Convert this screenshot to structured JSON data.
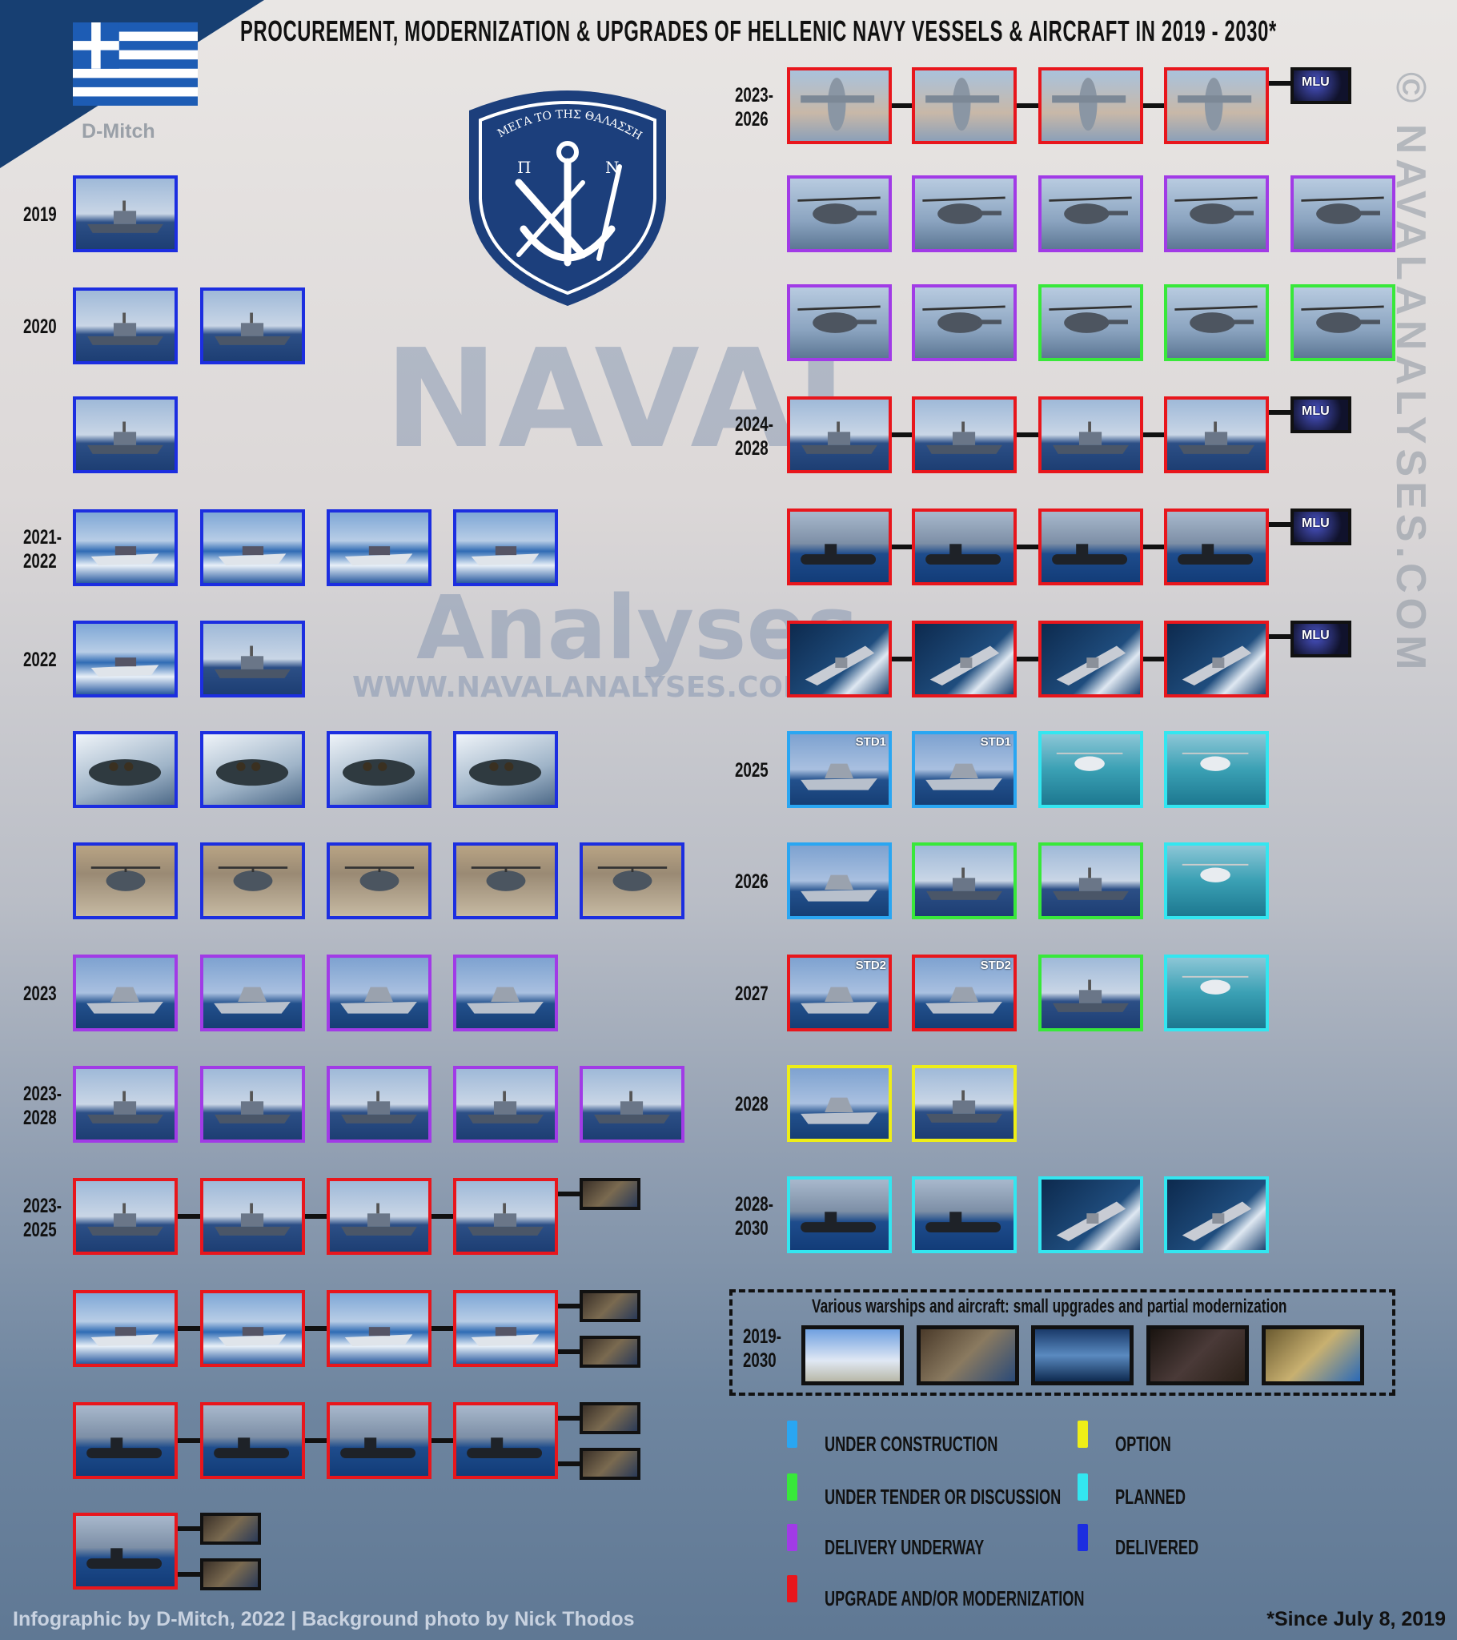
{
  "header": {
    "title": "PROCUREMENT, MODERNIZATION & UPGRADES OF HELLENIC NAVY VESSELS & AIRCRAFT IN 2019 - 2030*",
    "author_mark": "D-Mitch"
  },
  "emblem": {
    "motto": "ΜΕΓΑ ΤΟ ΤΗΣ ΘΑΛΑΣΣΗΣ ΚΡΑΤΟΣ",
    "left_letter": "Π",
    "right_letter": "Ν"
  },
  "watermark": {
    "line1": "NAVAL",
    "line2": "Analyses",
    "url": "WWW.NAVALANALYSES.COM",
    "side": "© NAVALANALYSES.COM"
  },
  "status_colors": {
    "under_construction": "#2aa6f2",
    "under_tender": "#38e83a",
    "delivery_underway": "#a13be6",
    "upgrade": "#e8161c",
    "option": "#eeee18",
    "planned": "#33e6f0",
    "delivered": "#1c2ee0"
  },
  "left_rows": [
    {
      "label": "2019",
      "tiles": [
        {
          "type": "ship",
          "status": "delivered"
        }
      ]
    },
    {
      "label": "2020",
      "tiles": [
        {
          "type": "ship",
          "status": "delivered"
        },
        {
          "type": "ship",
          "status": "delivered"
        }
      ]
    },
    {
      "label": "",
      "tiles": [
        {
          "type": "ship",
          "status": "delivered"
        }
      ]
    },
    {
      "label": "2021-\n2022",
      "tiles": [
        {
          "type": "boat",
          "status": "delivered"
        },
        {
          "type": "boat",
          "status": "delivered"
        },
        {
          "type": "boat",
          "status": "delivered"
        },
        {
          "type": "boat",
          "status": "delivered"
        }
      ]
    },
    {
      "label": "2022",
      "tiles": [
        {
          "type": "boat",
          "status": "delivered"
        },
        {
          "type": "ship",
          "status": "delivered"
        }
      ]
    },
    {
      "label": "",
      "tiles": [
        {
          "type": "rib",
          "status": "delivered"
        },
        {
          "type": "rib",
          "status": "delivered"
        },
        {
          "type": "rib",
          "status": "delivered"
        },
        {
          "type": "rib",
          "status": "delivered"
        }
      ]
    },
    {
      "label": "",
      "tiles": [
        {
          "type": "drone",
          "status": "delivered"
        },
        {
          "type": "drone",
          "status": "delivered"
        },
        {
          "type": "drone",
          "status": "delivered"
        },
        {
          "type": "drone",
          "status": "delivered"
        },
        {
          "type": "drone",
          "status": "delivered"
        }
      ]
    },
    {
      "label": "2023",
      "tiles": [
        {
          "type": "corv",
          "status": "delivery_underway"
        },
        {
          "type": "corv",
          "status": "delivery_underway"
        },
        {
          "type": "corv",
          "status": "delivery_underway"
        },
        {
          "type": "corv",
          "status": "delivery_underway"
        }
      ]
    },
    {
      "label": "2023-\n2028",
      "tiles": [
        {
          "type": "ship",
          "status": "delivery_underway"
        },
        {
          "type": "ship",
          "status": "delivery_underway"
        },
        {
          "type": "ship",
          "status": "delivery_underway"
        },
        {
          "type": "ship",
          "status": "delivery_underway"
        },
        {
          "type": "ship",
          "status": "delivery_underway"
        }
      ]
    },
    {
      "label": "2023-\n2025",
      "connected": true,
      "tiles": [
        {
          "type": "ship",
          "status": "upgrade"
        },
        {
          "type": "ship",
          "status": "upgrade"
        },
        {
          "type": "ship",
          "status": "upgrade"
        },
        {
          "type": "ship",
          "status": "upgrade"
        }
      ],
      "extras": [
        {
          "type": "eq"
        }
      ]
    },
    {
      "label": "",
      "connected": true,
      "tiles": [
        {
          "type": "boat",
          "status": "upgrade"
        },
        {
          "type": "boat",
          "status": "upgrade"
        },
        {
          "type": "boat",
          "status": "upgrade"
        },
        {
          "type": "boat",
          "status": "upgrade"
        }
      ],
      "extras": [
        {
          "type": "eq"
        },
        {
          "type": "eq"
        }
      ]
    },
    {
      "label": "",
      "connected": true,
      "tiles": [
        {
          "type": "sub",
          "status": "upgrade"
        },
        {
          "type": "sub",
          "status": "upgrade"
        },
        {
          "type": "sub",
          "status": "upgrade"
        },
        {
          "type": "sub",
          "status": "upgrade"
        }
      ],
      "extras": [
        {
          "type": "eq"
        },
        {
          "type": "eq"
        }
      ]
    },
    {
      "label": "",
      "connected": true,
      "tiles": [
        {
          "type": "sub",
          "status": "upgrade"
        }
      ],
      "extras": [
        {
          "type": "eq"
        },
        {
          "type": "eq"
        }
      ]
    }
  ],
  "right_rows": [
    {
      "label": "2023-\n2026",
      "connected": true,
      "tiles": [
        {
          "type": "plane",
          "status": "upgrade"
        },
        {
          "type": "plane",
          "status": "upgrade"
        },
        {
          "type": "plane",
          "status": "upgrade"
        },
        {
          "type": "plane",
          "status": "upgrade"
        }
      ],
      "extras": [
        {
          "type": "mlu",
          "tag": "MLU"
        }
      ]
    },
    {
      "label": "",
      "tiles": [
        {
          "type": "heli",
          "status": "delivery_underway"
        },
        {
          "type": "heli",
          "status": "delivery_underway"
        },
        {
          "type": "heli",
          "status": "delivery_underway"
        },
        {
          "type": "heli",
          "status": "delivery_underway"
        },
        {
          "type": "heli",
          "status": "delivery_underway"
        }
      ]
    },
    {
      "label": "",
      "tiles": [
        {
          "type": "heli",
          "status": "delivery_underway"
        },
        {
          "type": "heli",
          "status": "delivery_underway"
        },
        {
          "type": "heli",
          "status": "under_tender"
        },
        {
          "type": "heli",
          "status": "under_tender"
        },
        {
          "type": "heli",
          "status": "under_tender"
        }
      ]
    },
    {
      "label": "2024-\n2028",
      "connected": true,
      "tiles": [
        {
          "type": "ship",
          "status": "upgrade"
        },
        {
          "type": "ship",
          "status": "upgrade"
        },
        {
          "type": "ship",
          "status": "upgrade"
        },
        {
          "type": "ship",
          "status": "upgrade"
        }
      ],
      "extras": [
        {
          "type": "mlu",
          "tag": "MLU"
        }
      ]
    },
    {
      "label": "",
      "connected": true,
      "tiles": [
        {
          "type": "sub",
          "status": "upgrade"
        },
        {
          "type": "sub",
          "status": "upgrade"
        },
        {
          "type": "sub",
          "status": "upgrade"
        },
        {
          "type": "sub",
          "status": "upgrade"
        }
      ],
      "extras": [
        {
          "type": "mlu",
          "tag": "MLU"
        }
      ]
    },
    {
      "label": "",
      "connected": true,
      "tiles": [
        {
          "type": "frig",
          "status": "upgrade"
        },
        {
          "type": "frig",
          "status": "upgrade"
        },
        {
          "type": "frig",
          "status": "upgrade"
        },
        {
          "type": "frig",
          "status": "upgrade"
        }
      ],
      "extras": [
        {
          "type": "mlu",
          "tag": "MLU"
        }
      ]
    },
    {
      "label": "2025",
      "tiles": [
        {
          "type": "corv",
          "status": "under_construction",
          "tag": "STD1"
        },
        {
          "type": "corv",
          "status": "under_construction",
          "tag": "STD1"
        },
        {
          "type": "sea",
          "status": "planned"
        },
        {
          "type": "sea",
          "status": "planned"
        }
      ]
    },
    {
      "label": "2026",
      "tiles": [
        {
          "type": "corv",
          "status": "under_construction"
        },
        {
          "type": "ship",
          "status": "under_tender"
        },
        {
          "type": "ship",
          "status": "under_tender"
        },
        {
          "type": "sea",
          "status": "planned"
        }
      ]
    },
    {
      "label": "2027",
      "tiles": [
        {
          "type": "corv",
          "status": "upgrade",
          "tag": "STD2"
        },
        {
          "type": "corv",
          "status": "upgrade",
          "tag": "STD2"
        },
        {
          "type": "ship",
          "status": "under_tender"
        },
        {
          "type": "sea",
          "status": "planned"
        }
      ]
    },
    {
      "label": "2028",
      "tiles": [
        {
          "type": "corv",
          "status": "option"
        },
        {
          "type": "ship",
          "status": "option"
        }
      ]
    },
    {
      "label": "2028-\n2030",
      "tiles": [
        {
          "type": "sub",
          "status": "planned"
        },
        {
          "type": "sub",
          "status": "planned"
        },
        {
          "type": "frig",
          "status": "planned"
        },
        {
          "type": "frig",
          "status": "planned"
        }
      ]
    }
  ],
  "various": {
    "title": "Various warships and aircraft: small upgrades and partial modernization",
    "label": "2019-\n2030",
    "images": [
      "radar",
      "crew",
      "dome",
      "cockpit",
      "gunner"
    ]
  },
  "legend": [
    {
      "key": "under_construction",
      "label": "UNDER CONSTRUCTION"
    },
    {
      "key": "under_tender",
      "label": "UNDER TENDER OR DISCUSSION"
    },
    {
      "key": "delivery_underway",
      "label": "DELIVERY UNDERWAY"
    },
    {
      "key": "upgrade",
      "label": "UPGRADE AND/OR MODERNIZATION"
    },
    {
      "key": "option",
      "label": "OPTION"
    },
    {
      "key": "planned",
      "label": "PLANNED"
    },
    {
      "key": "delivered",
      "label": "DELIVERED"
    }
  ],
  "footer": {
    "credit": "Infographic by D-Mitch, 2022 | Background photo by Nick Thodos",
    "note": "*Since July 8, 2019"
  }
}
